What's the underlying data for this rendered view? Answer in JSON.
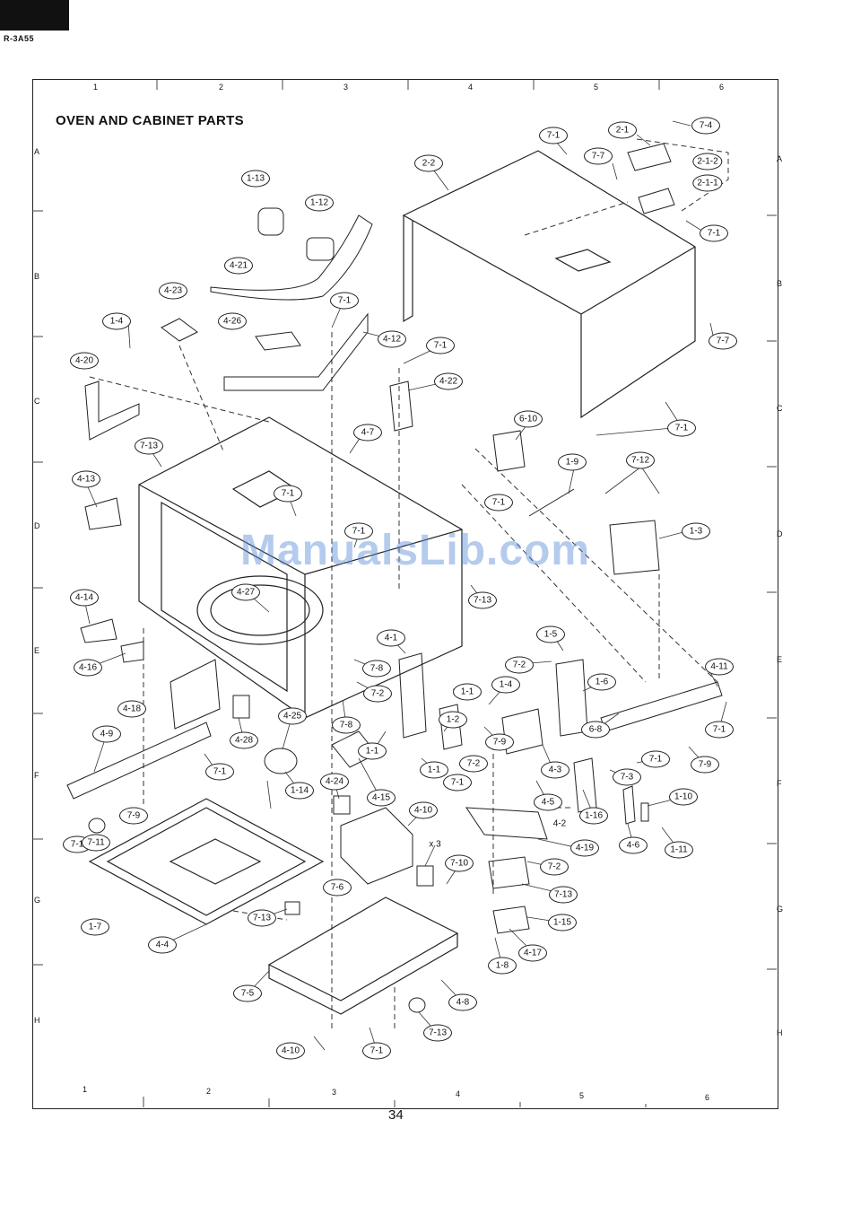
{
  "model": "R-3A55",
  "title": "OVEN AND CABINET PARTS",
  "page_number": "34",
  "watermark": "ManualsLib.com",
  "columns": [
    "1",
    "2",
    "3",
    "4",
    "5",
    "6"
  ],
  "rows": [
    "A",
    "B",
    "C",
    "D",
    "E",
    "F",
    "G",
    "H"
  ],
  "callouts": [
    {
      "text": "2-1",
      "style": "oval"
    },
    {
      "text": "7-4",
      "style": "oval"
    },
    {
      "text": "7-1",
      "style": "oval"
    },
    {
      "text": "2-2",
      "style": "oval"
    },
    {
      "text": "7-7",
      "style": "oval"
    },
    {
      "text": "2-1-2",
      "style": "oval"
    },
    {
      "text": "2-1-1",
      "style": "oval"
    },
    {
      "text": "7-1",
      "style": "oval"
    },
    {
      "text": "1-13",
      "style": "oval"
    },
    {
      "text": "1-12",
      "style": "oval"
    },
    {
      "text": "4-21",
      "style": "oval"
    },
    {
      "text": "4-23",
      "style": "oval"
    },
    {
      "text": "7-1",
      "style": "oval"
    },
    {
      "text": "4-26",
      "style": "oval"
    },
    {
      "text": "7-7",
      "style": "oval"
    },
    {
      "text": "1-4",
      "style": "oval"
    },
    {
      "text": "4-12",
      "style": "oval"
    },
    {
      "text": "7-1",
      "style": "oval"
    },
    {
      "text": "4-20",
      "style": "oval"
    },
    {
      "text": "4-22",
      "style": "oval"
    },
    {
      "text": "7-1",
      "style": "oval"
    },
    {
      "text": "4-7",
      "style": "oval"
    },
    {
      "text": "6-10",
      "style": "oval"
    },
    {
      "text": "7-13",
      "style": "oval"
    },
    {
      "text": "1-9",
      "style": "oval"
    },
    {
      "text": "7-12",
      "style": "oval"
    },
    {
      "text": "4-13",
      "style": "oval"
    },
    {
      "text": "7-1",
      "style": "oval"
    },
    {
      "text": "7-1",
      "style": "oval"
    },
    {
      "text": "7-1",
      "style": "oval"
    },
    {
      "text": "1-3",
      "style": "oval"
    },
    {
      "text": "4-27",
      "style": "oval"
    },
    {
      "text": "7-13",
      "style": "oval"
    },
    {
      "text": "4-14",
      "style": "oval"
    },
    {
      "text": "4-1",
      "style": "oval"
    },
    {
      "text": "1-5",
      "style": "oval"
    },
    {
      "text": "4-16",
      "style": "oval"
    },
    {
      "text": "7-2",
      "style": "oval"
    },
    {
      "text": "7-8",
      "style": "oval"
    },
    {
      "text": "4-11",
      "style": "oval"
    },
    {
      "text": "1-1",
      "style": "oval"
    },
    {
      "text": "1-6",
      "style": "oval"
    },
    {
      "text": "1-4",
      "style": "oval"
    },
    {
      "text": "7-2",
      "style": "oval"
    },
    {
      "text": "4-18",
      "style": "oval"
    },
    {
      "text": "4-25",
      "style": "oval"
    },
    {
      "text": "7-8",
      "style": "oval"
    },
    {
      "text": "6-8",
      "style": "oval"
    },
    {
      "text": "7-1",
      "style": "oval"
    },
    {
      "text": "1-2",
      "style": "oval"
    },
    {
      "text": "4-9",
      "style": "oval"
    },
    {
      "text": "4-28",
      "style": "oval"
    },
    {
      "text": "1-1",
      "style": "oval"
    },
    {
      "text": "7-9",
      "style": "oval"
    },
    {
      "text": "4-3",
      "style": "oval"
    },
    {
      "text": "7-1",
      "style": "oval"
    },
    {
      "text": "7-9",
      "style": "oval"
    },
    {
      "text": "7-1",
      "style": "oval"
    },
    {
      "text": "1-14",
      "style": "oval"
    },
    {
      "text": "4-15",
      "style": "oval"
    },
    {
      "text": "1-1",
      "style": "oval"
    },
    {
      "text": "7-2",
      "style": "oval"
    },
    {
      "text": "7-3",
      "style": "oval"
    },
    {
      "text": "4-24",
      "style": "oval"
    },
    {
      "text": "7-1",
      "style": "oval"
    },
    {
      "text": "4-5",
      "style": "oval"
    },
    {
      "text": "1-10",
      "style": "oval"
    },
    {
      "text": "7-9",
      "style": "oval"
    },
    {
      "text": "4-10",
      "style": "oval"
    },
    {
      "text": "1-16",
      "style": "oval"
    },
    {
      "text": "4-2",
      "style": "plain"
    },
    {
      "text": "7-1",
      "style": "oval"
    },
    {
      "text": "7-11",
      "style": "oval"
    },
    {
      "text": "x 3",
      "style": "plain"
    },
    {
      "text": "4-19",
      "style": "oval"
    },
    {
      "text": "4-6",
      "style": "oval"
    },
    {
      "text": "1-11",
      "style": "oval"
    },
    {
      "text": "7-10",
      "style": "oval"
    },
    {
      "text": "7-2",
      "style": "oval"
    },
    {
      "text": "7-6",
      "style": "oval"
    },
    {
      "text": "7-13",
      "style": "oval"
    },
    {
      "text": "1-7",
      "style": "oval"
    },
    {
      "text": "7-13",
      "style": "oval"
    },
    {
      "text": "1-15",
      "style": "oval"
    },
    {
      "text": "4-4",
      "style": "oval"
    },
    {
      "text": "4-17",
      "style": "oval"
    },
    {
      "text": "1-8",
      "style": "oval"
    },
    {
      "text": "7-5",
      "style": "oval"
    },
    {
      "text": "4-8",
      "style": "oval"
    },
    {
      "text": "7-13",
      "style": "oval"
    },
    {
      "text": "4-10",
      "style": "oval"
    },
    {
      "text": "7-1",
      "style": "oval"
    },
    {
      "text": "7-13",
      "style": "oval"
    }
  ]
}
